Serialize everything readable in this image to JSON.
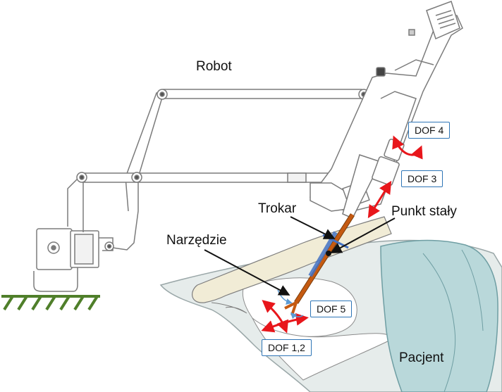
{
  "labels": {
    "robot": "Robot",
    "trokar": "Trokar",
    "punkt_staly": "Punkt stały",
    "narzedzie": "Narzędzie",
    "pacjent": "Pacjent"
  },
  "dof": {
    "dof4": "DOF 4",
    "dof3": "DOF 3",
    "dof5": "DOF 5",
    "dof12": "DOF 1,2"
  },
  "colors": {
    "arrow_red": "#e8161b",
    "arrow_blue": "#5b9bd5",
    "tool": "#c55a11",
    "trocar": "#4472c4",
    "tissue": "#f1ecd6",
    "patient_body": "#e6eceb",
    "organ": "#b9d8da",
    "ground": "#4f7f2a"
  }
}
